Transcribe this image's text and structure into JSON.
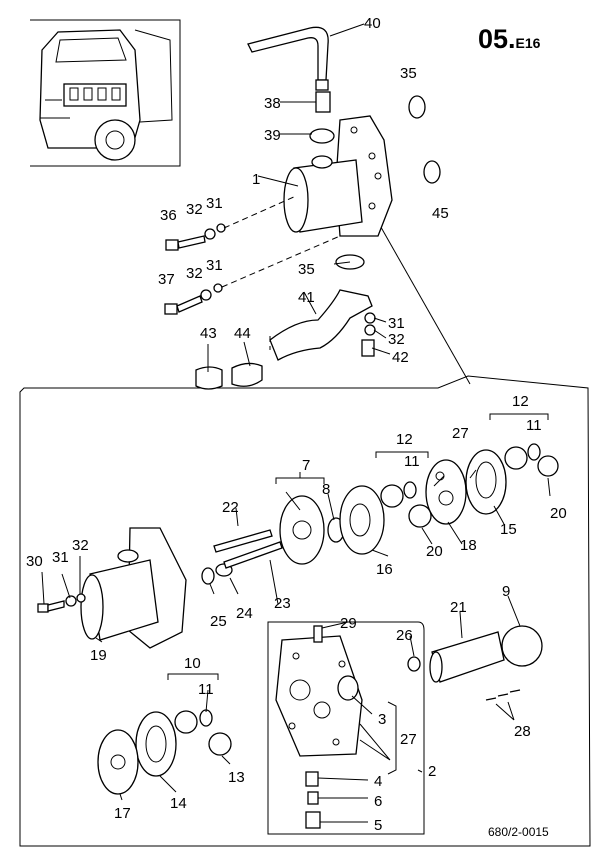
{
  "header": {
    "section": "05.",
    "subsection": "E16"
  },
  "reference_code": "680/2-0015",
  "callouts": [
    {
      "id": "c40",
      "text": "40"
    },
    {
      "id": "c38",
      "text": "38"
    },
    {
      "id": "c39",
      "text": "39"
    },
    {
      "id": "c35a",
      "text": "35"
    },
    {
      "id": "c45",
      "text": "45"
    },
    {
      "id": "c1",
      "text": "1"
    },
    {
      "id": "c36",
      "text": "36"
    },
    {
      "id": "c32a",
      "text": "32"
    },
    {
      "id": "c31a",
      "text": "31"
    },
    {
      "id": "c37",
      "text": "37"
    },
    {
      "id": "c32b",
      "text": "32"
    },
    {
      "id": "c31b",
      "text": "31"
    },
    {
      "id": "c35b",
      "text": "35"
    },
    {
      "id": "c41",
      "text": "41"
    },
    {
      "id": "c31c",
      "text": "31"
    },
    {
      "id": "c32c",
      "text": "32"
    },
    {
      "id": "c42",
      "text": "42"
    },
    {
      "id": "c43",
      "text": "43"
    },
    {
      "id": "c44",
      "text": "44"
    },
    {
      "id": "c12a",
      "text": "12"
    },
    {
      "id": "c11a",
      "text": "11"
    },
    {
      "id": "c27a",
      "text": "27"
    },
    {
      "id": "c12b",
      "text": "12"
    },
    {
      "id": "c11b",
      "text": "11"
    },
    {
      "id": "c7",
      "text": "7"
    },
    {
      "id": "c8",
      "text": "8"
    },
    {
      "id": "c22",
      "text": "22"
    },
    {
      "id": "c20a",
      "text": "20"
    },
    {
      "id": "c15",
      "text": "15"
    },
    {
      "id": "c18",
      "text": "18"
    },
    {
      "id": "c16",
      "text": "16"
    },
    {
      "id": "c20b",
      "text": "20"
    },
    {
      "id": "c30",
      "text": "30"
    },
    {
      "id": "c31d",
      "text": "31"
    },
    {
      "id": "c32d",
      "text": "32"
    },
    {
      "id": "c23",
      "text": "23"
    },
    {
      "id": "c25",
      "text": "25"
    },
    {
      "id": "c24",
      "text": "24"
    },
    {
      "id": "c29",
      "text": "29"
    },
    {
      "id": "c21",
      "text": "21"
    },
    {
      "id": "c9",
      "text": "9"
    },
    {
      "id": "c19",
      "text": "19"
    },
    {
      "id": "c26",
      "text": "26"
    },
    {
      "id": "c10",
      "text": "10"
    },
    {
      "id": "c11c",
      "text": "11"
    },
    {
      "id": "c3",
      "text": "3"
    },
    {
      "id": "c27b",
      "text": "27"
    },
    {
      "id": "c28",
      "text": "28"
    },
    {
      "id": "c13",
      "text": "13"
    },
    {
      "id": "c2",
      "text": "2"
    },
    {
      "id": "c4",
      "text": "4"
    },
    {
      "id": "c6",
      "text": "6"
    },
    {
      "id": "c17",
      "text": "17"
    },
    {
      "id": "c14",
      "text": "14"
    },
    {
      "id": "c5",
      "text": "5"
    }
  ]
}
